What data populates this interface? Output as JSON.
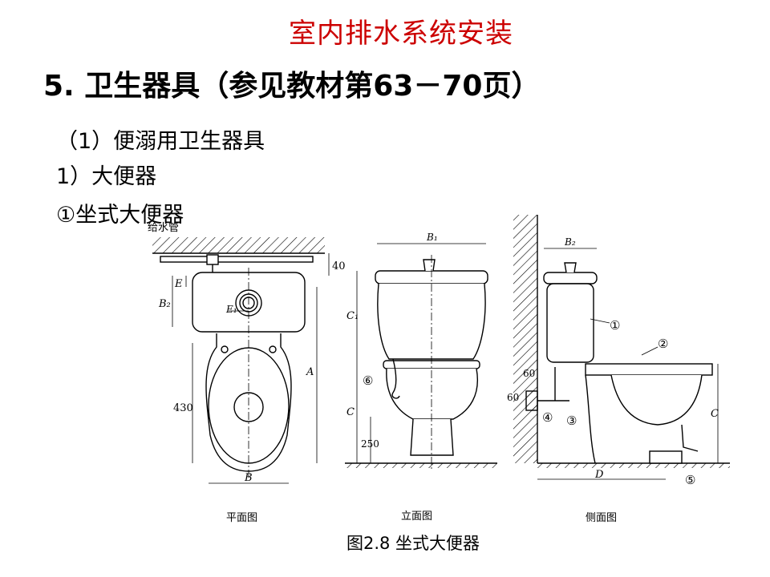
{
  "slide": {
    "title": "室内排水系统安装",
    "heading": "5. 卫生器具（参见教材第63－70页）",
    "subsection": "（1）便溺用卫生器具",
    "item": "1）大便器",
    "subitem": "①坐式大便器",
    "caption": "图2.8  坐式大便器",
    "title_color": "#cc0000"
  },
  "figure": {
    "pipe_label": "给水管",
    "plan": {
      "view_label": "平面图",
      "dim_40": "40",
      "dim_E": "E",
      "dim_B2": "B₂",
      "dim_E1": "E₁",
      "dim_430": "430",
      "dim_A": "A",
      "dim_B": "B"
    },
    "elevation": {
      "view_label": "立面图",
      "dim_B1": "B₁",
      "dim_C1": "C₁",
      "dim_C": "C",
      "dim_250": "250",
      "callout_6": "⑥"
    },
    "side": {
      "view_label": "侧面图",
      "dim_B2": "B₂",
      "dim_60a": "60",
      "dim_60b": "60",
      "dim_C": "C",
      "dim_D": "D",
      "callout_1": "①",
      "callout_2": "②",
      "callout_3": "③",
      "callout_4": "④",
      "callout_5": "⑤"
    }
  }
}
